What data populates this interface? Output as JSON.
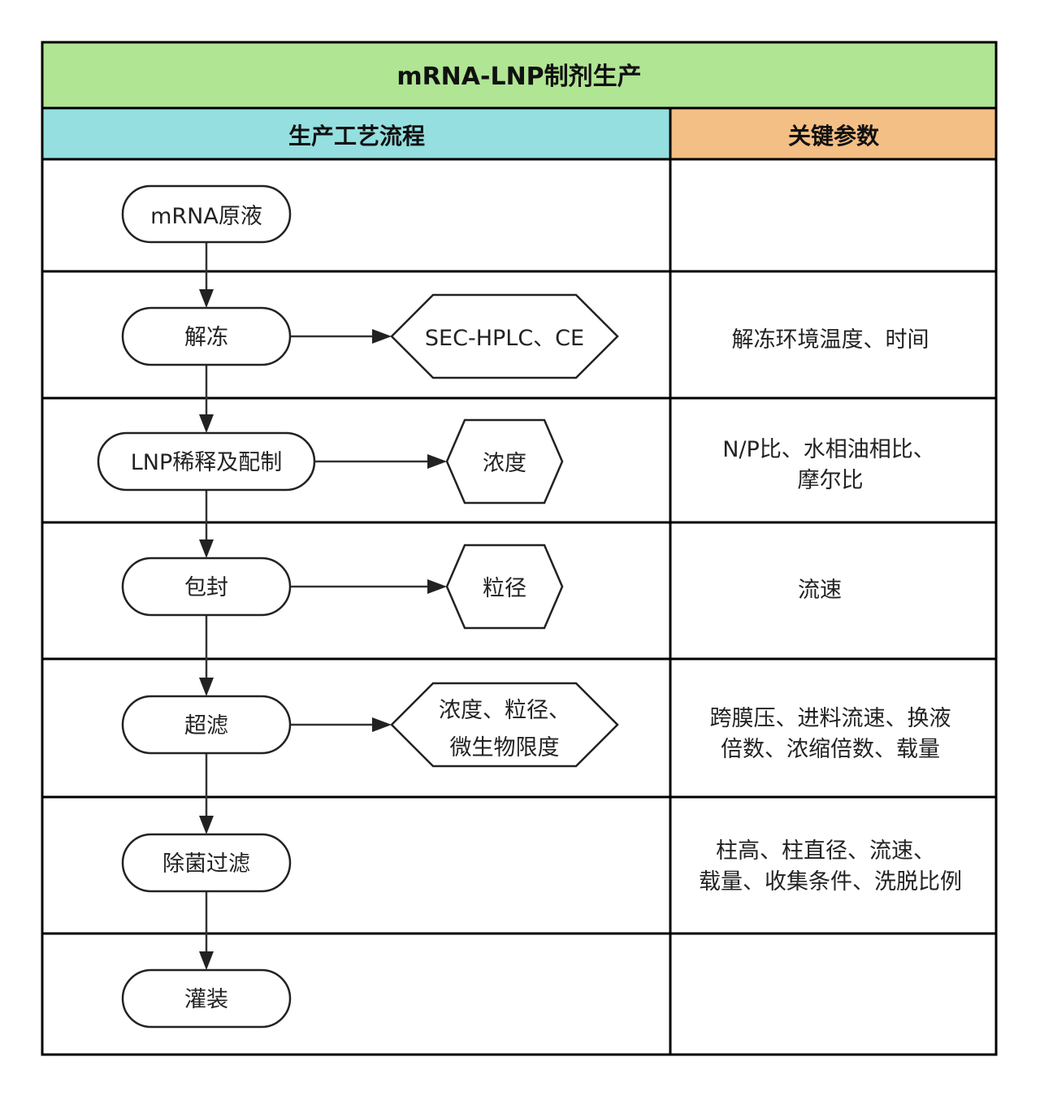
{
  "title": "mRNA-LNP制剂生产",
  "headers": {
    "process": "生产工艺流程",
    "params": "关键参数"
  },
  "colors": {
    "title_bg": "#b0e593",
    "process_header_bg": "#95dfe0",
    "params_header_bg": "#f4bf84",
    "border": "#000000"
  },
  "steps": [
    {
      "label": "mRNA原液",
      "test": "",
      "params": []
    },
    {
      "label": "解冻",
      "test": [
        "SEC-HPLC、CE"
      ],
      "params": [
        "解冻环境温度、时间"
      ]
    },
    {
      "label": "LNP稀释及配制",
      "test": [
        "浓度"
      ],
      "params": [
        "N/P比、水相油相比、",
        "摩尔比"
      ]
    },
    {
      "label": "包封",
      "test": [
        "粒径"
      ],
      "params": [
        "流速"
      ]
    },
    {
      "label": "超滤",
      "test": [
        "浓度、粒径、",
        "微生物限度"
      ],
      "params": [
        "跨膜压、进料流速、换液",
        "倍数、浓缩倍数、载量"
      ]
    },
    {
      "label": "除菌过滤",
      "test": "",
      "params": [
        "柱高、柱直径、流速、",
        "载量、收集条件、洗脱比例"
      ]
    },
    {
      "label": "灌装",
      "test": "",
      "params": []
    }
  ]
}
